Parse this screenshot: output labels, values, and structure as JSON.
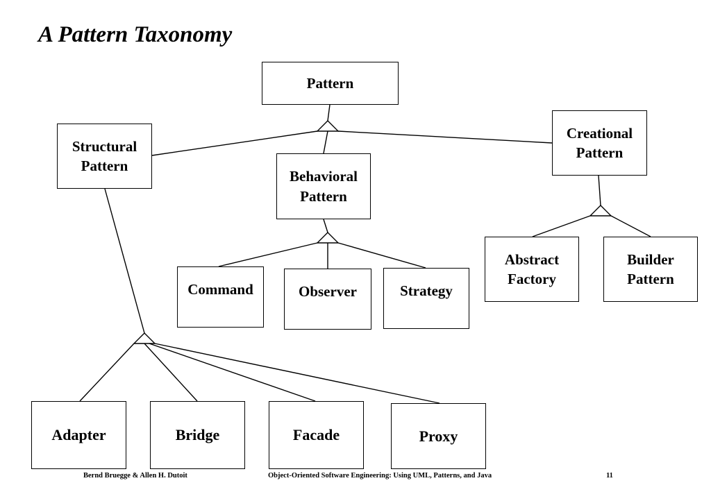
{
  "slide": {
    "title": "A Pattern Taxonomy",
    "footer": {
      "authors": "Bernd Bruegge & Allen H. Dutoit",
      "book": "Object-Oriented Software Engineering: Using UML, Patterns, and Java",
      "page": "11"
    }
  },
  "diagram": {
    "nodes": {
      "pattern": {
        "lines": [
          "Pattern"
        ]
      },
      "structural": {
        "lines": [
          "Structural",
          "Pattern"
        ]
      },
      "behavioral": {
        "lines": [
          "Behavioral",
          "Pattern"
        ]
      },
      "creational": {
        "lines": [
          "Creational",
          "Pattern"
        ]
      },
      "command": {
        "lines": [
          "Command"
        ]
      },
      "observer": {
        "lines": [
          "Observer"
        ]
      },
      "strategy": {
        "lines": [
          "Strategy"
        ]
      },
      "abstract_factory": {
        "lines": [
          "Abstract",
          "Factory"
        ]
      },
      "builder": {
        "lines": [
          "Builder",
          "Pattern"
        ]
      },
      "adapter": {
        "lines": [
          "Adapter"
        ]
      },
      "bridge": {
        "lines": [
          "Bridge"
        ]
      },
      "facade": {
        "lines": [
          "Facade"
        ]
      },
      "proxy": {
        "lines": [
          "Proxy"
        ]
      }
    }
  }
}
